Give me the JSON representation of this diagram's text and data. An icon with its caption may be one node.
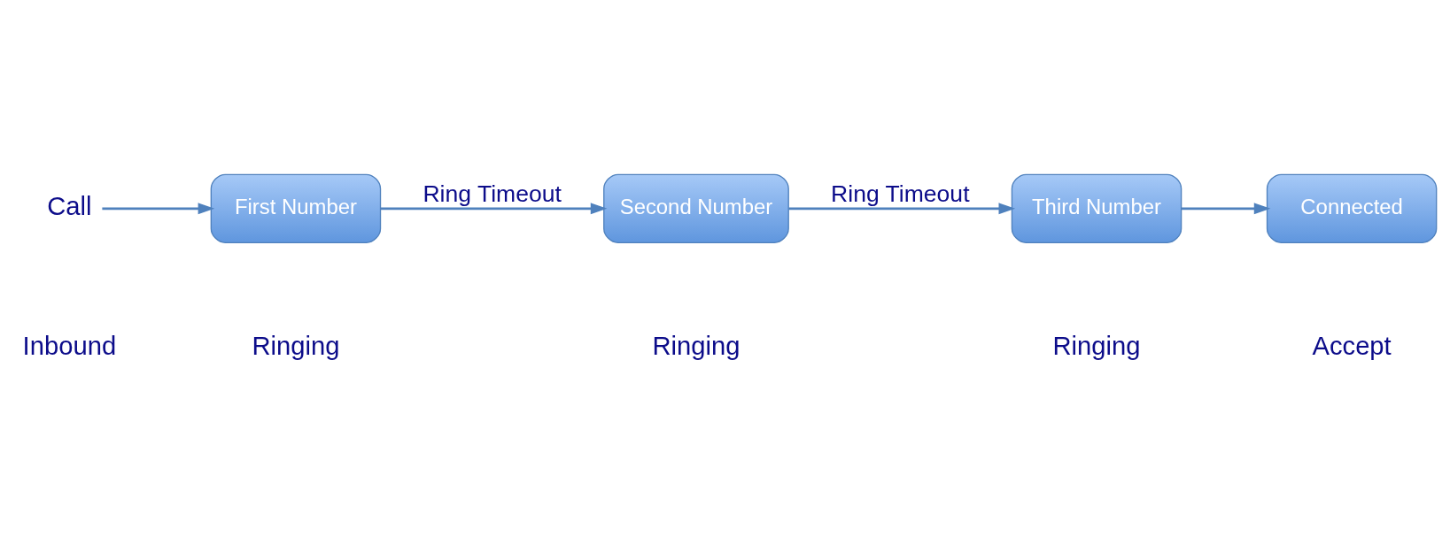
{
  "diagram": {
    "nodes": [
      {
        "text": [
          "Call"
        ]
      },
      {
        "text": [
          "First Number"
        ]
      },
      {
        "text": [
          "Second Number"
        ]
      },
      {
        "text": [
          "Third Number"
        ]
      },
      {
        "text": [
          "Connected"
        ]
      }
    ],
    "edges": [
      {
        "from": 0,
        "to": 1,
        "arrow": "to"
      },
      {
        "from": 1,
        "to": 2,
        "arrow": "to",
        "label": "Ring Timeout"
      },
      {
        "from": 2,
        "to": 3,
        "arrow": "to",
        "label": "Ring Timeout"
      },
      {
        "from": 3,
        "to": 4,
        "arrow": "to"
      }
    ],
    "labels": [
      "Inbound",
      "Ringing",
      "Ringing",
      "Ringing",
      "Accept"
    ]
  }
}
